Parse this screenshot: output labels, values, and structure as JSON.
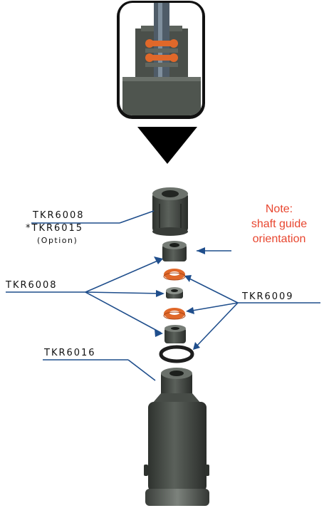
{
  "labels": {
    "cap_part": "TKR6008",
    "cap_option_part": "*TKR6015",
    "cap_option_tag": "(Option)",
    "guide_part": "TKR6008",
    "ring_part": "TKR6009",
    "body_part": "TKR6016"
  },
  "note": {
    "line1": "Note:",
    "line2": "shaft guide",
    "line3": "orientation"
  },
  "colors": {
    "leader_line": "#1f4e8c",
    "note_text": "#e8462f",
    "part_dark": "#4a4f4a",
    "o_ring_orange": "#e0682a",
    "o_ring_black": "#1e1e1e"
  }
}
